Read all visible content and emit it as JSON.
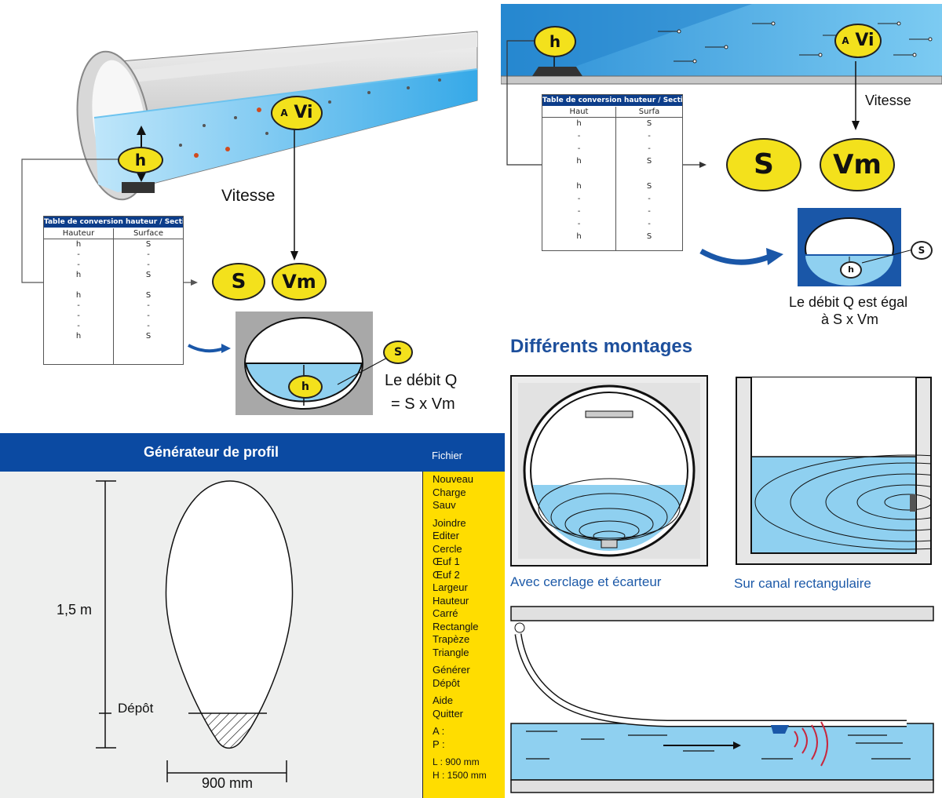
{
  "top_left": {
    "h_label": "h",
    "vi_prefix": "A",
    "vi_label": "Vi",
    "vitesse": "Vitesse",
    "table": {
      "title": "Table de conversion hauteur / Section",
      "col1_header": "Hauteur",
      "col2_header": "Surface",
      "col1": [
        "h",
        "-",
        "-",
        "h",
        "",
        "h",
        "-",
        "-",
        "-",
        "h"
      ],
      "col2": [
        "S",
        "-",
        "-",
        "S",
        "",
        "S",
        "-",
        "-",
        "-",
        "S"
      ]
    },
    "s_label": "S",
    "vm_label": "Vm",
    "section_s": "S",
    "section_h": "h",
    "debit_line1": "Le débit Q",
    "debit_line2": "= S x Vm"
  },
  "top_right": {
    "h_label": "h",
    "vi_prefix": "A",
    "vi_label": "Vi",
    "vitesse": "Vitesse",
    "table": {
      "title": "Table de conversion hauteur / Section",
      "col1_header": "Haut",
      "col2_header": "Surfa",
      "col1": [
        "h",
        "-",
        "-",
        "h",
        "",
        "h",
        "-",
        "-",
        "-",
        "h"
      ],
      "col2": [
        "S",
        "-",
        "-",
        "S",
        "",
        "S",
        "-",
        "-",
        "-",
        "S"
      ]
    },
    "s_label": "S",
    "vm_label": "Vm",
    "section_s": "S",
    "section_h": "h",
    "debit_line1": "Le débit Q est égal",
    "debit_line2": "à S x Vm"
  },
  "generator": {
    "title": "Générateur de profil",
    "menu_header": "Fichier",
    "menu_items": [
      "Nouveau",
      "Charge",
      "Sauv",
      "",
      "Joindre",
      "Editer",
      "Cercle",
      "Œuf 1",
      "Œuf 2",
      "Largeur",
      "Hauteur",
      "Carré",
      "Rectangle",
      "Trapèze",
      "Triangle",
      "",
      "Générer",
      "Dépôt",
      "",
      "Aide",
      "Quitter",
      "",
      "A :",
      "P :",
      "",
      "L : 900 mm",
      "H : 1500 mm"
    ],
    "height_label": "1,5 m",
    "depot_label": "Dépôt",
    "width_label": "900 mm"
  },
  "montages": {
    "title": "Différents montages",
    "caption_left": "Avec cerclage et écarteur",
    "caption_right": "Sur canal rectangulaire"
  },
  "colors": {
    "header_blue": "#0b4aa2",
    "table_header_blue": "#0c3d8a",
    "water_blue": "#8fd0f0",
    "yellow": "#f3e11c",
    "menu_yellow": "#ffdd00",
    "title_blue": "#1d4f9c"
  }
}
